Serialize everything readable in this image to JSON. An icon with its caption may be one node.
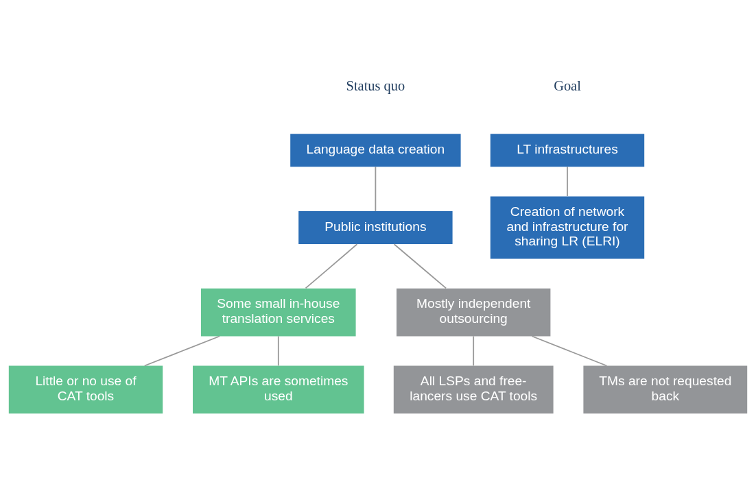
{
  "diagram": {
    "nodes": [
      {
        "text": [
          "Language data creation"
        ]
      },
      {
        "text": [
          "Public institutions"
        ]
      },
      {
        "text": [
          "Some small in-house translation services"
        ]
      },
      {
        "text": [
          "Mostly independent outsourcing"
        ]
      },
      {
        "text": [
          "Little or no use of CAT tools"
        ]
      },
      {
        "text": [
          "MT APIs are sometimes used"
        ]
      },
      {
        "text": [
          "All LSPs and free-lancers use CAT tools"
        ]
      },
      {
        "text": [
          "TMs are not requested back"
        ]
      },
      {
        "text": [
          "LT infrastructures"
        ]
      },
      {
        "text": [
          "Creation of network and infrastructure for sharing LR (ELRI)"
        ]
      }
    ],
    "edges": [
      {
        "from": 0,
        "to": 1,
        "arrow": "none"
      },
      {
        "from": 1,
        "to": 2,
        "arrow": "none"
      },
      {
        "from": 1,
        "to": 3,
        "arrow": "none"
      },
      {
        "from": 2,
        "to": 4,
        "arrow": "none"
      },
      {
        "from": 2,
        "to": 5,
        "arrow": "none"
      },
      {
        "from": 3,
        "to": 6,
        "arrow": "none"
      },
      {
        "from": 3,
        "to": 7,
        "arrow": "none"
      },
      {
        "from": 8,
        "to": 9,
        "arrow": "none"
      }
    ],
    "labels": [
      "Status quo",
      "Goal"
    ]
  }
}
